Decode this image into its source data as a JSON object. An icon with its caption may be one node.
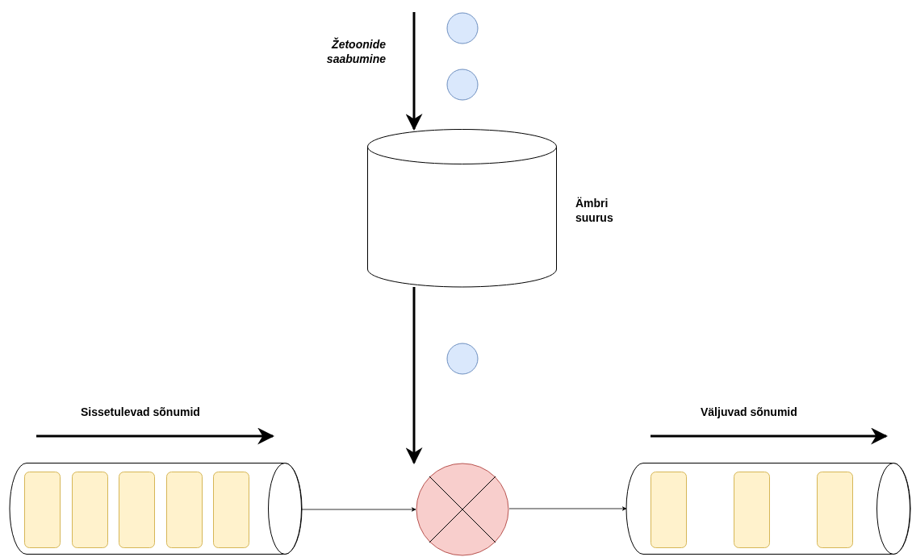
{
  "diagram": {
    "nodes": [
      {
        "text": [],
        "shape": "circle"
      },
      {
        "text": [],
        "shape": "circle"
      },
      {
        "text": [],
        "shape": "cylinder",
        "beside": [
          "Ämbri suurus"
        ]
      },
      {
        "text": [],
        "shape": "circle"
      },
      {
        "text": [],
        "shape": "cylinder"
      },
      {
        "text": [],
        "shape": "bar",
        "in": 4
      },
      {
        "text": [],
        "shape": "bar",
        "in": 4
      },
      {
        "text": [],
        "shape": "bar",
        "in": 4
      },
      {
        "text": [],
        "shape": "bar",
        "in": 4
      },
      {
        "text": [],
        "shape": "bar",
        "in": 4
      },
      {
        "text": [],
        "shape": "circle"
      },
      {
        "text": [],
        "shape": "cylinder"
      },
      {
        "text": [],
        "shape": "bar",
        "in": 11
      },
      {
        "text": [],
        "shape": "bar",
        "in": 11
      },
      {
        "text": [],
        "shape": "bar",
        "in": 11
      }
    ],
    "edges": [
      {
        "from": null,
        "to": 2,
        "arrow": "to",
        "style": "thick",
        "label": "Žetoonide saabumine"
      },
      {
        "from": 2,
        "to": 10,
        "arrow": "to",
        "style": "thick"
      },
      {
        "from": 4,
        "to": 10,
        "arrow": "to"
      },
      {
        "from": 10,
        "to": 11,
        "arrow": "to"
      }
    ],
    "labels": [
      "Sissetulevad sõnumid",
      "Väljuvad sõnumid"
    ]
  }
}
